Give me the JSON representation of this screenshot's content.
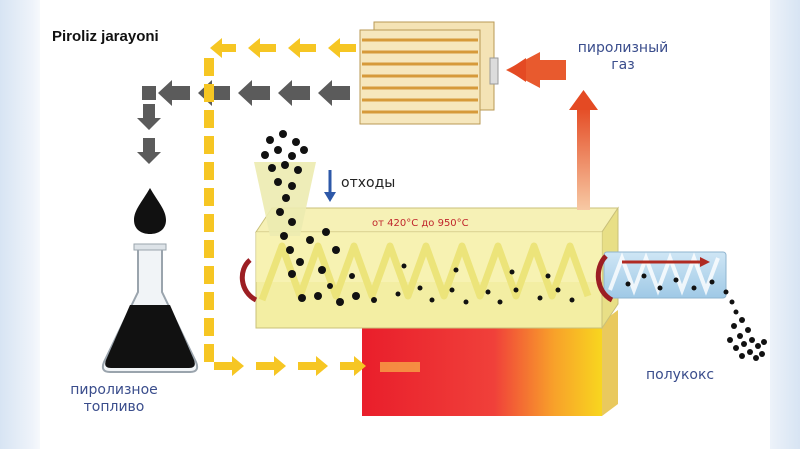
{
  "title": "Piroliz jarayoni",
  "labels": {
    "pyrolysis_gas": "пиролизный\nгаз",
    "waste": "отходы",
    "temperature": "от 420°C до 950°C",
    "pyrolysis_fuel": "пиролизное\nтопливо",
    "semi_coke": "полукокс"
  },
  "colors": {
    "flow_yellow": "#f6c623",
    "flow_gray": "#5b5b5b",
    "gas_arrow": "#e8552a",
    "reactor": "#f3eea3",
    "furnace_red": "#e8202a",
    "furnace_yellow": "#f7d21f",
    "particle": "#111111",
    "label_blue": "#3a4d8c"
  },
  "icons": [
    "condenser-icon",
    "flask-icon",
    "oil-drop-icon",
    "screw-conveyor-icon",
    "heat-arrow-icon"
  ]
}
